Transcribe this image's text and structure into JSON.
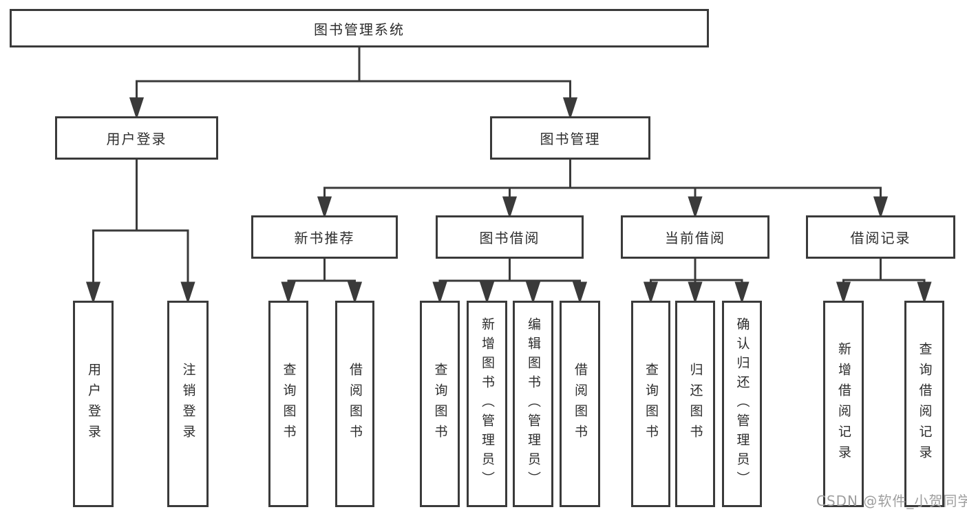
{
  "diagram": {
    "type": "tree",
    "title": "图书管理系统",
    "nodes": {
      "root": {
        "label": "图书管理系统"
      },
      "user_login": {
        "label": "用户登录"
      },
      "book_mgmt": {
        "label": "图书管理"
      },
      "new_book": {
        "label": "新书推荐"
      },
      "borrow": {
        "label": "图书借阅"
      },
      "current": {
        "label": "当前借阅"
      },
      "records": {
        "label": "借阅记录"
      },
      "ul_login": {
        "label": "用户登录"
      },
      "ul_logout": {
        "label": "注销登录"
      },
      "nb_query": {
        "label": "查询图书"
      },
      "nb_borrow": {
        "label": "借阅图书"
      },
      "bb_query": {
        "label": "查询图书"
      },
      "bb_add": {
        "label": "新增图书（管理员）"
      },
      "bb_edit": {
        "label": "编辑图书（管理员）"
      },
      "bb_borrow": {
        "label": "借阅图书"
      },
      "cb_query": {
        "label": "查询图书"
      },
      "cb_return": {
        "label": "归还图书"
      },
      "cb_confirm": {
        "label": "确认归还（管理员）"
      },
      "br_add": {
        "label": "新增借阅记录"
      },
      "br_query": {
        "label": "查询借阅记录"
      }
    },
    "edges": [
      [
        "root",
        "user_login"
      ],
      [
        "root",
        "book_mgmt"
      ],
      [
        "user_login",
        "ul_login"
      ],
      [
        "user_login",
        "ul_logout"
      ],
      [
        "book_mgmt",
        "new_book"
      ],
      [
        "book_mgmt",
        "borrow"
      ],
      [
        "book_mgmt",
        "current"
      ],
      [
        "book_mgmt",
        "records"
      ],
      [
        "new_book",
        "nb_query"
      ],
      [
        "new_book",
        "nb_borrow"
      ],
      [
        "borrow",
        "bb_query"
      ],
      [
        "borrow",
        "bb_add"
      ],
      [
        "borrow",
        "bb_edit"
      ],
      [
        "borrow",
        "bb_borrow"
      ],
      [
        "current",
        "cb_query"
      ],
      [
        "current",
        "cb_return"
      ],
      [
        "current",
        "cb_confirm"
      ],
      [
        "records",
        "br_add"
      ],
      [
        "records",
        "br_query"
      ]
    ]
  },
  "watermark": {
    "text": "CSDN @软件_小贺同学",
    "color": "#9e9e9e"
  },
  "colors": {
    "background": "#ffffff",
    "line": "#3a3a3a",
    "box_border": "#3a3a3a",
    "box_fill": "#ffffff",
    "text": "#2d2d2d"
  }
}
